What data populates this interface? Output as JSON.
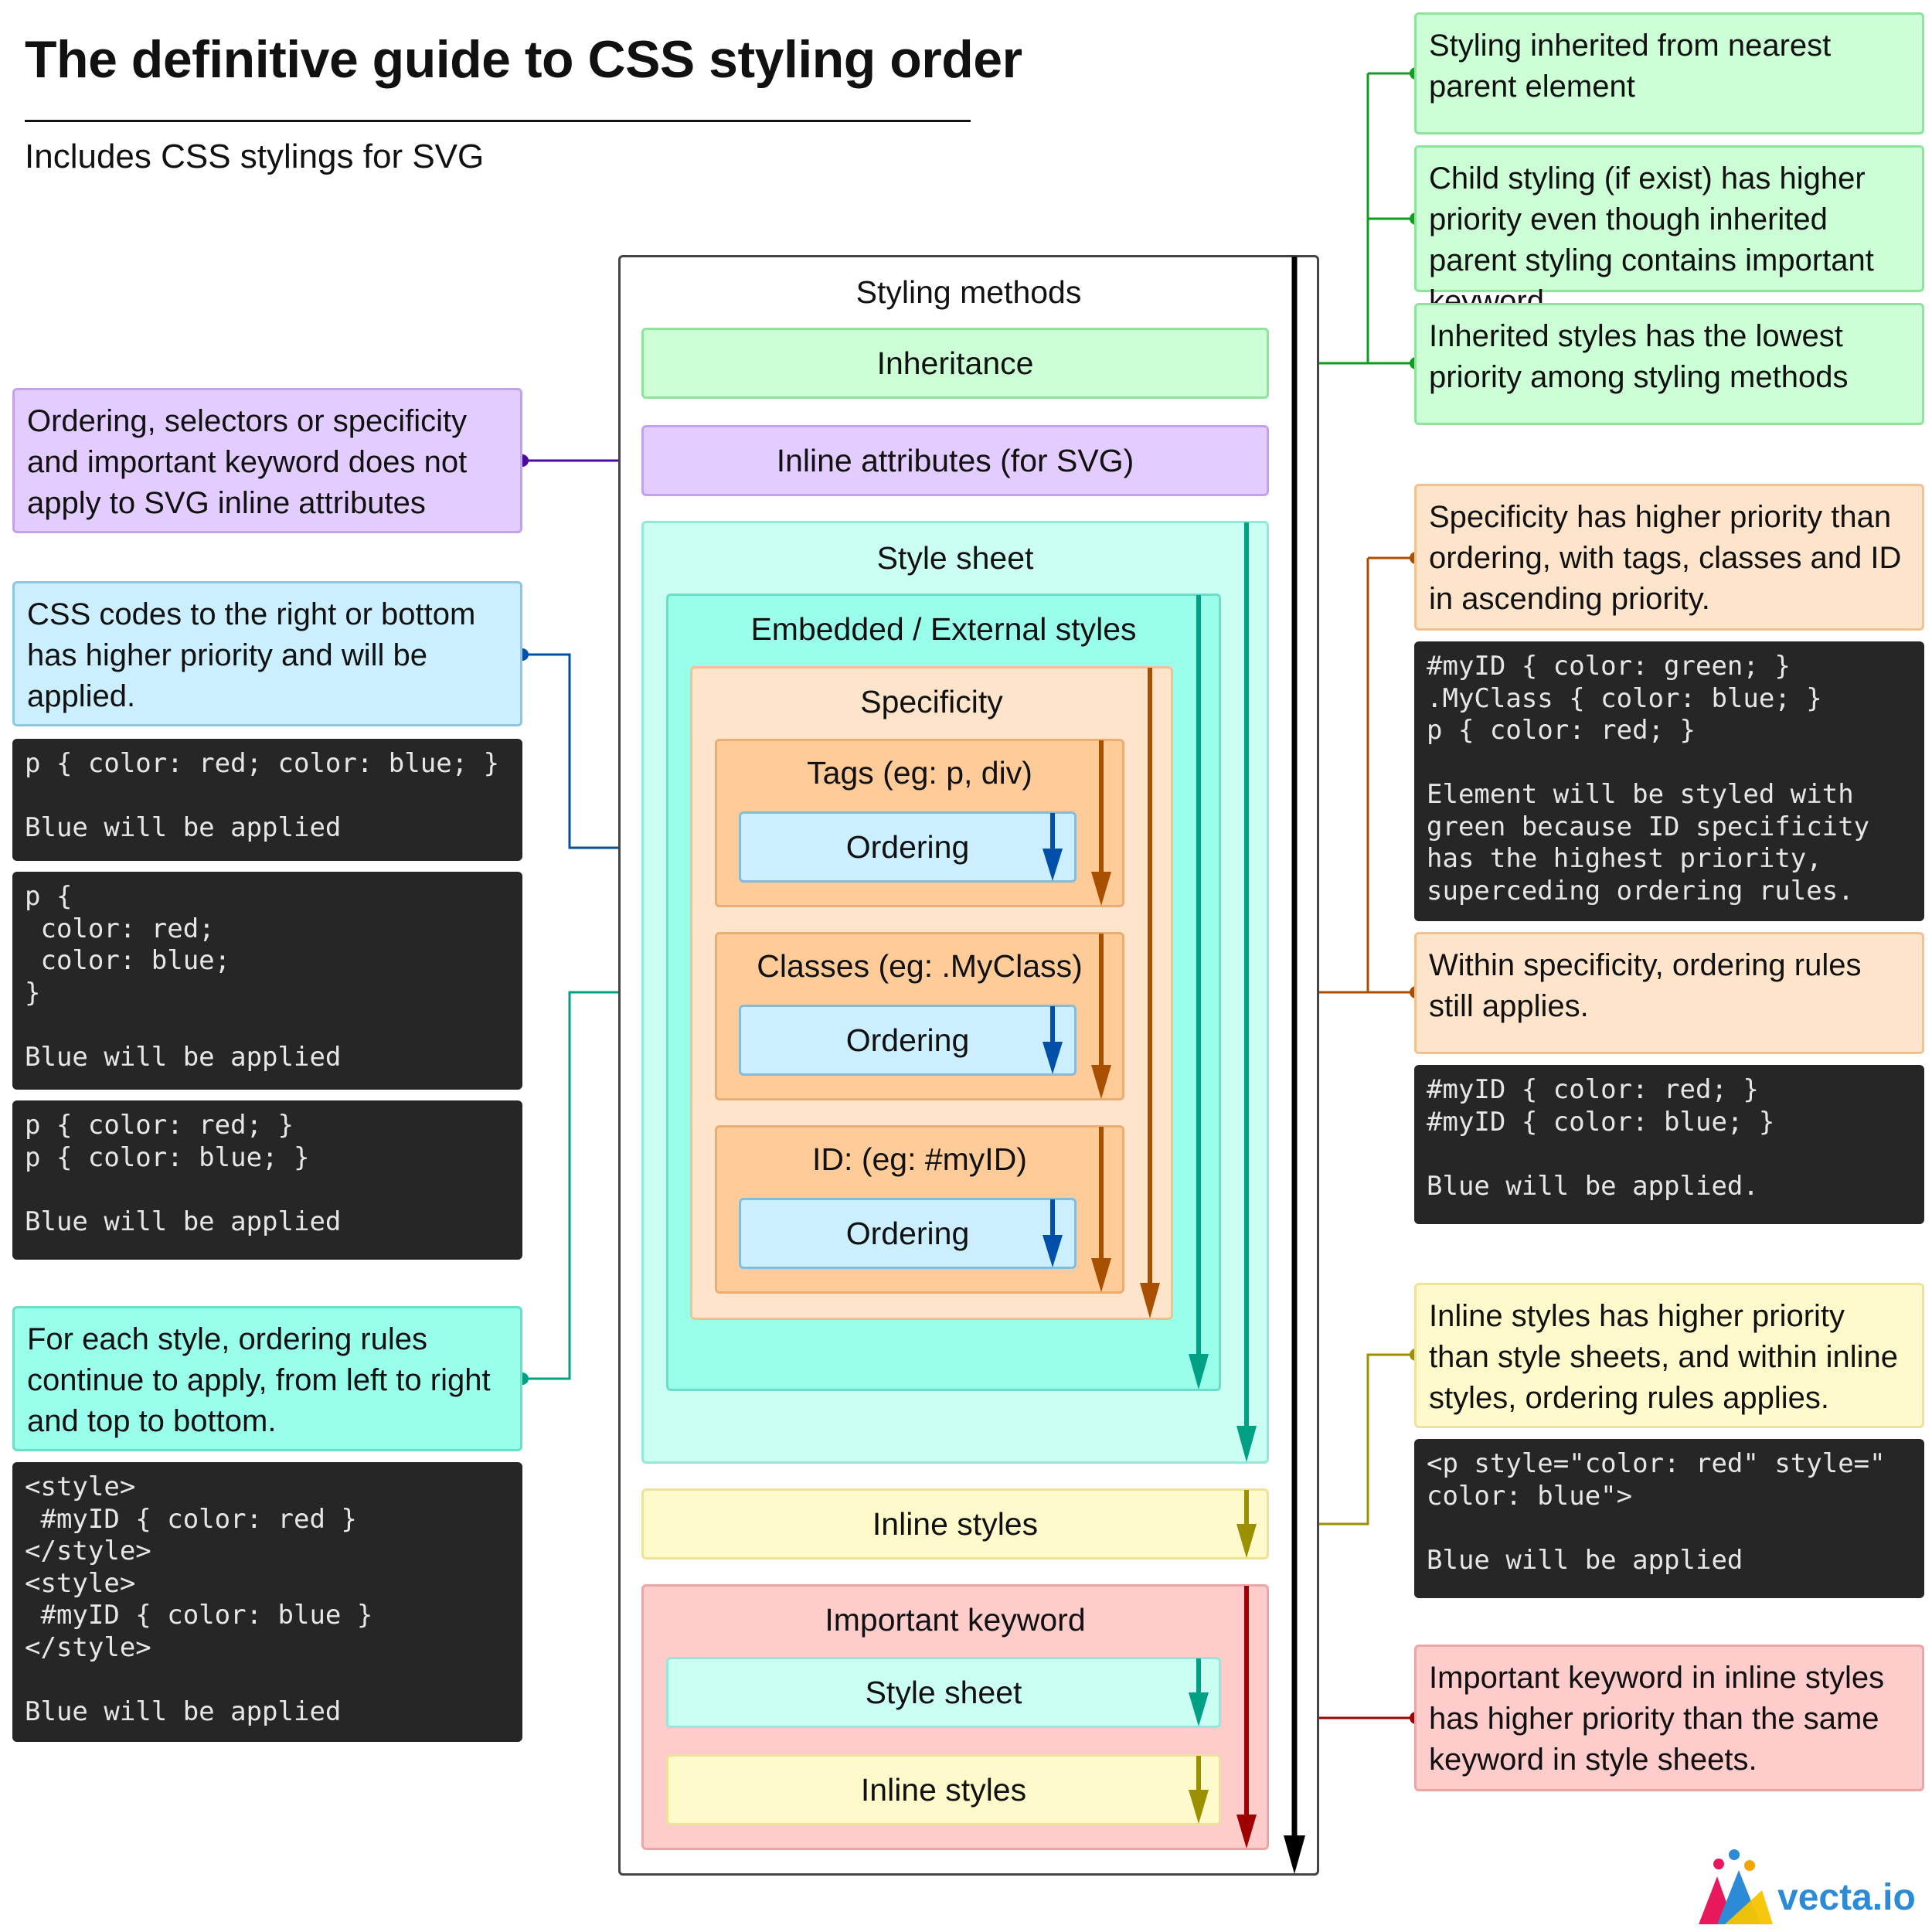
{
  "header": {
    "title": "The definitive guide to CSS styling order",
    "subtitle": "Includes CSS stylings for SVG"
  },
  "diagram": {
    "container_label": "Styling methods",
    "inheritance": "Inheritance",
    "inline_attributes": "Inline attributes (for SVG)",
    "style_sheet": "Style sheet",
    "embedded_external": "Embedded / External styles",
    "specificity": "Specificity",
    "tags": "Tags (eg: p, div)",
    "classes": "Classes (eg: .MyClass)",
    "id": "ID: (eg: #myID)",
    "ordering": "Ordering",
    "inline_styles": "Inline styles",
    "important_keyword": "Important keyword",
    "important_style_sheet": "Style sheet",
    "important_inline_styles": "Inline styles"
  },
  "notes_left": {
    "svg_attributes": "Ordering, selectors or specificity and important keyword does not apply to SVG inline attributes",
    "right_bottom": "CSS codes to the right or bottom has higher priority and will be applied.",
    "code_one_line": "p { color: red; color: blue; }\n\nBlue will be applied",
    "code_multi_line": "p {\n color: red;\n color: blue;\n}\n\nBlue will be applied",
    "code_two_rules": "p { color: red; }\np { color: blue; }\n\nBlue will be applied",
    "each_style": "For each style, ordering rules continue to apply, from left to right and top to bottom.",
    "code_style_tags": "<style>\n #myID { color: red }\n</style>\n<style>\n #myID { color: blue }\n</style>\n\nBlue will be applied"
  },
  "notes_right": {
    "inherited_nearest": "Styling inherited from nearest parent element",
    "child_styling": "Child styling (if exist) has higher priority even though inherited parent styling contains important keyword",
    "lowest_priority": "Inherited styles has the lowest priority among styling methods",
    "specificity_priority": "Specificity has higher priority than ordering, with tags, classes and ID in ascending priority.",
    "code_specificity": "#myID { color: green; }\n.MyClass { color: blue; }\np { color: red; }\n\nElement will be styled with\ngreen because ID specificity\nhas the highest priority,\nsuperceding ordering rules.",
    "within_specificity": "Within specificity, ordering rules still applies.",
    "code_within": "#myID { color: red; }\n#myID { color: blue; }\n\nBlue will be applied.",
    "inline_priority": "Inline styles has higher priority than style sheets, and within inline styles, ordering rules applies.",
    "code_inline": "<p style=\"color: red\" style=\"\ncolor: blue\">\n\nBlue will be applied",
    "important_inline": "Important keyword in inline styles has higher priority than the same keyword in style sheets."
  },
  "logo": {
    "text": "vecta.io"
  },
  "colors": {
    "inheritance_fill": "#ccffd5",
    "inheritance_stroke": "#5ccf66",
    "inheritance_wire": "#0f9d1f",
    "svg_fill": "#e3ccff",
    "svg_stroke": "#b08ae0",
    "svg_wire": "#4c0a9e",
    "stylesheet_fill": "#ccfff4",
    "stylesheet_stroke": "#7fe0cd",
    "stylesheet_arrow": "#00a085",
    "embedded_fill": "#99ffeb",
    "embedded_stroke": "#5cd6bf",
    "specificity_fill": "#ffe4cc",
    "specificity_stroke": "#f0b682",
    "specificity_arrow": "#a84f00",
    "tag_fill": "#ffcc99",
    "tag_stroke": "#e8a968",
    "ordering_fill": "#ccefff",
    "ordering_stroke": "#7fb6d6",
    "ordering_arrow": "#004fa8",
    "inline_fill": "#fffacc",
    "inline_stroke": "#e6dc82",
    "inline_arrow": "#9a9000",
    "important_fill": "#ffcccc",
    "important_stroke": "#e68f8f",
    "important_arrow": "#9e0000",
    "code_bg": "#262626"
  }
}
